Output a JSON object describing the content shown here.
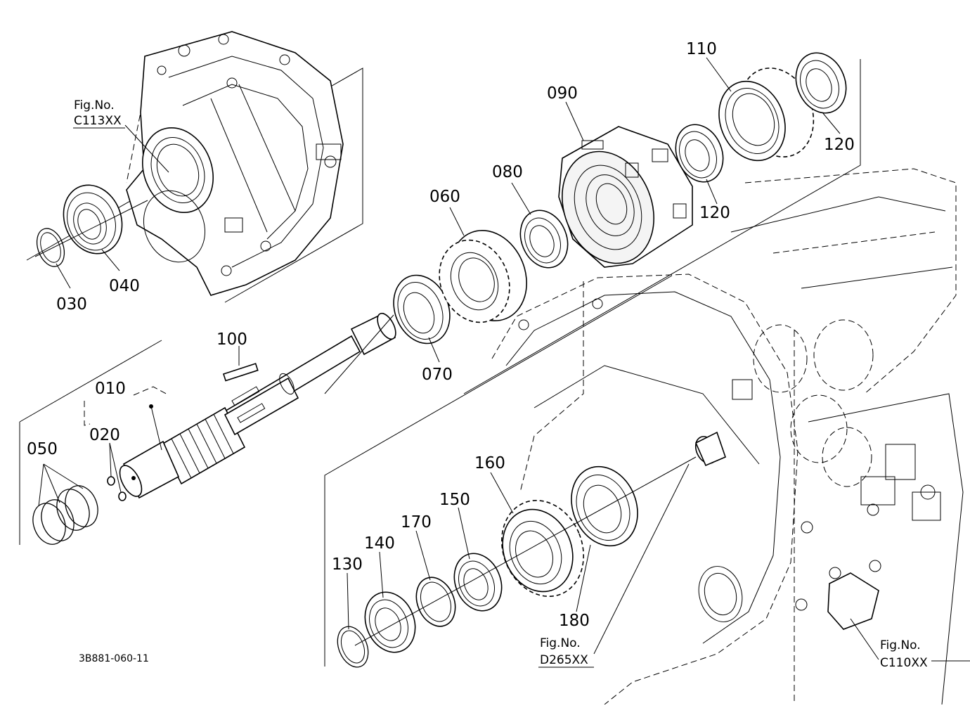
{
  "diagram": {
    "drawing_code": "3B881-060-11",
    "part_labels": {
      "p010": "010",
      "p020": "020",
      "p030": "030",
      "p040": "040",
      "p050": "050",
      "p060": "060",
      "p070": "070",
      "p080": "080",
      "p090": "090",
      "p100": "100",
      "p110": "110",
      "p120a": "120",
      "p120b": "120",
      "p130": "130",
      "p140": "140",
      "p150": "150",
      "p160": "160",
      "p170": "170",
      "p180": "180"
    },
    "figure_refs": {
      "c113": {
        "caption": "Fig.No.",
        "code": "C113XX"
      },
      "d265": {
        "caption": "Fig.No.",
        "code": "D265XX"
      },
      "c110": {
        "caption": "Fig.No.",
        "code": "C110XX"
      }
    },
    "icons": [
      "transmission-housing-drawing",
      "gear-drawing",
      "bearing-drawing",
      "shaft-drawing",
      "snap-ring-drawing",
      "spring-drawing"
    ]
  }
}
